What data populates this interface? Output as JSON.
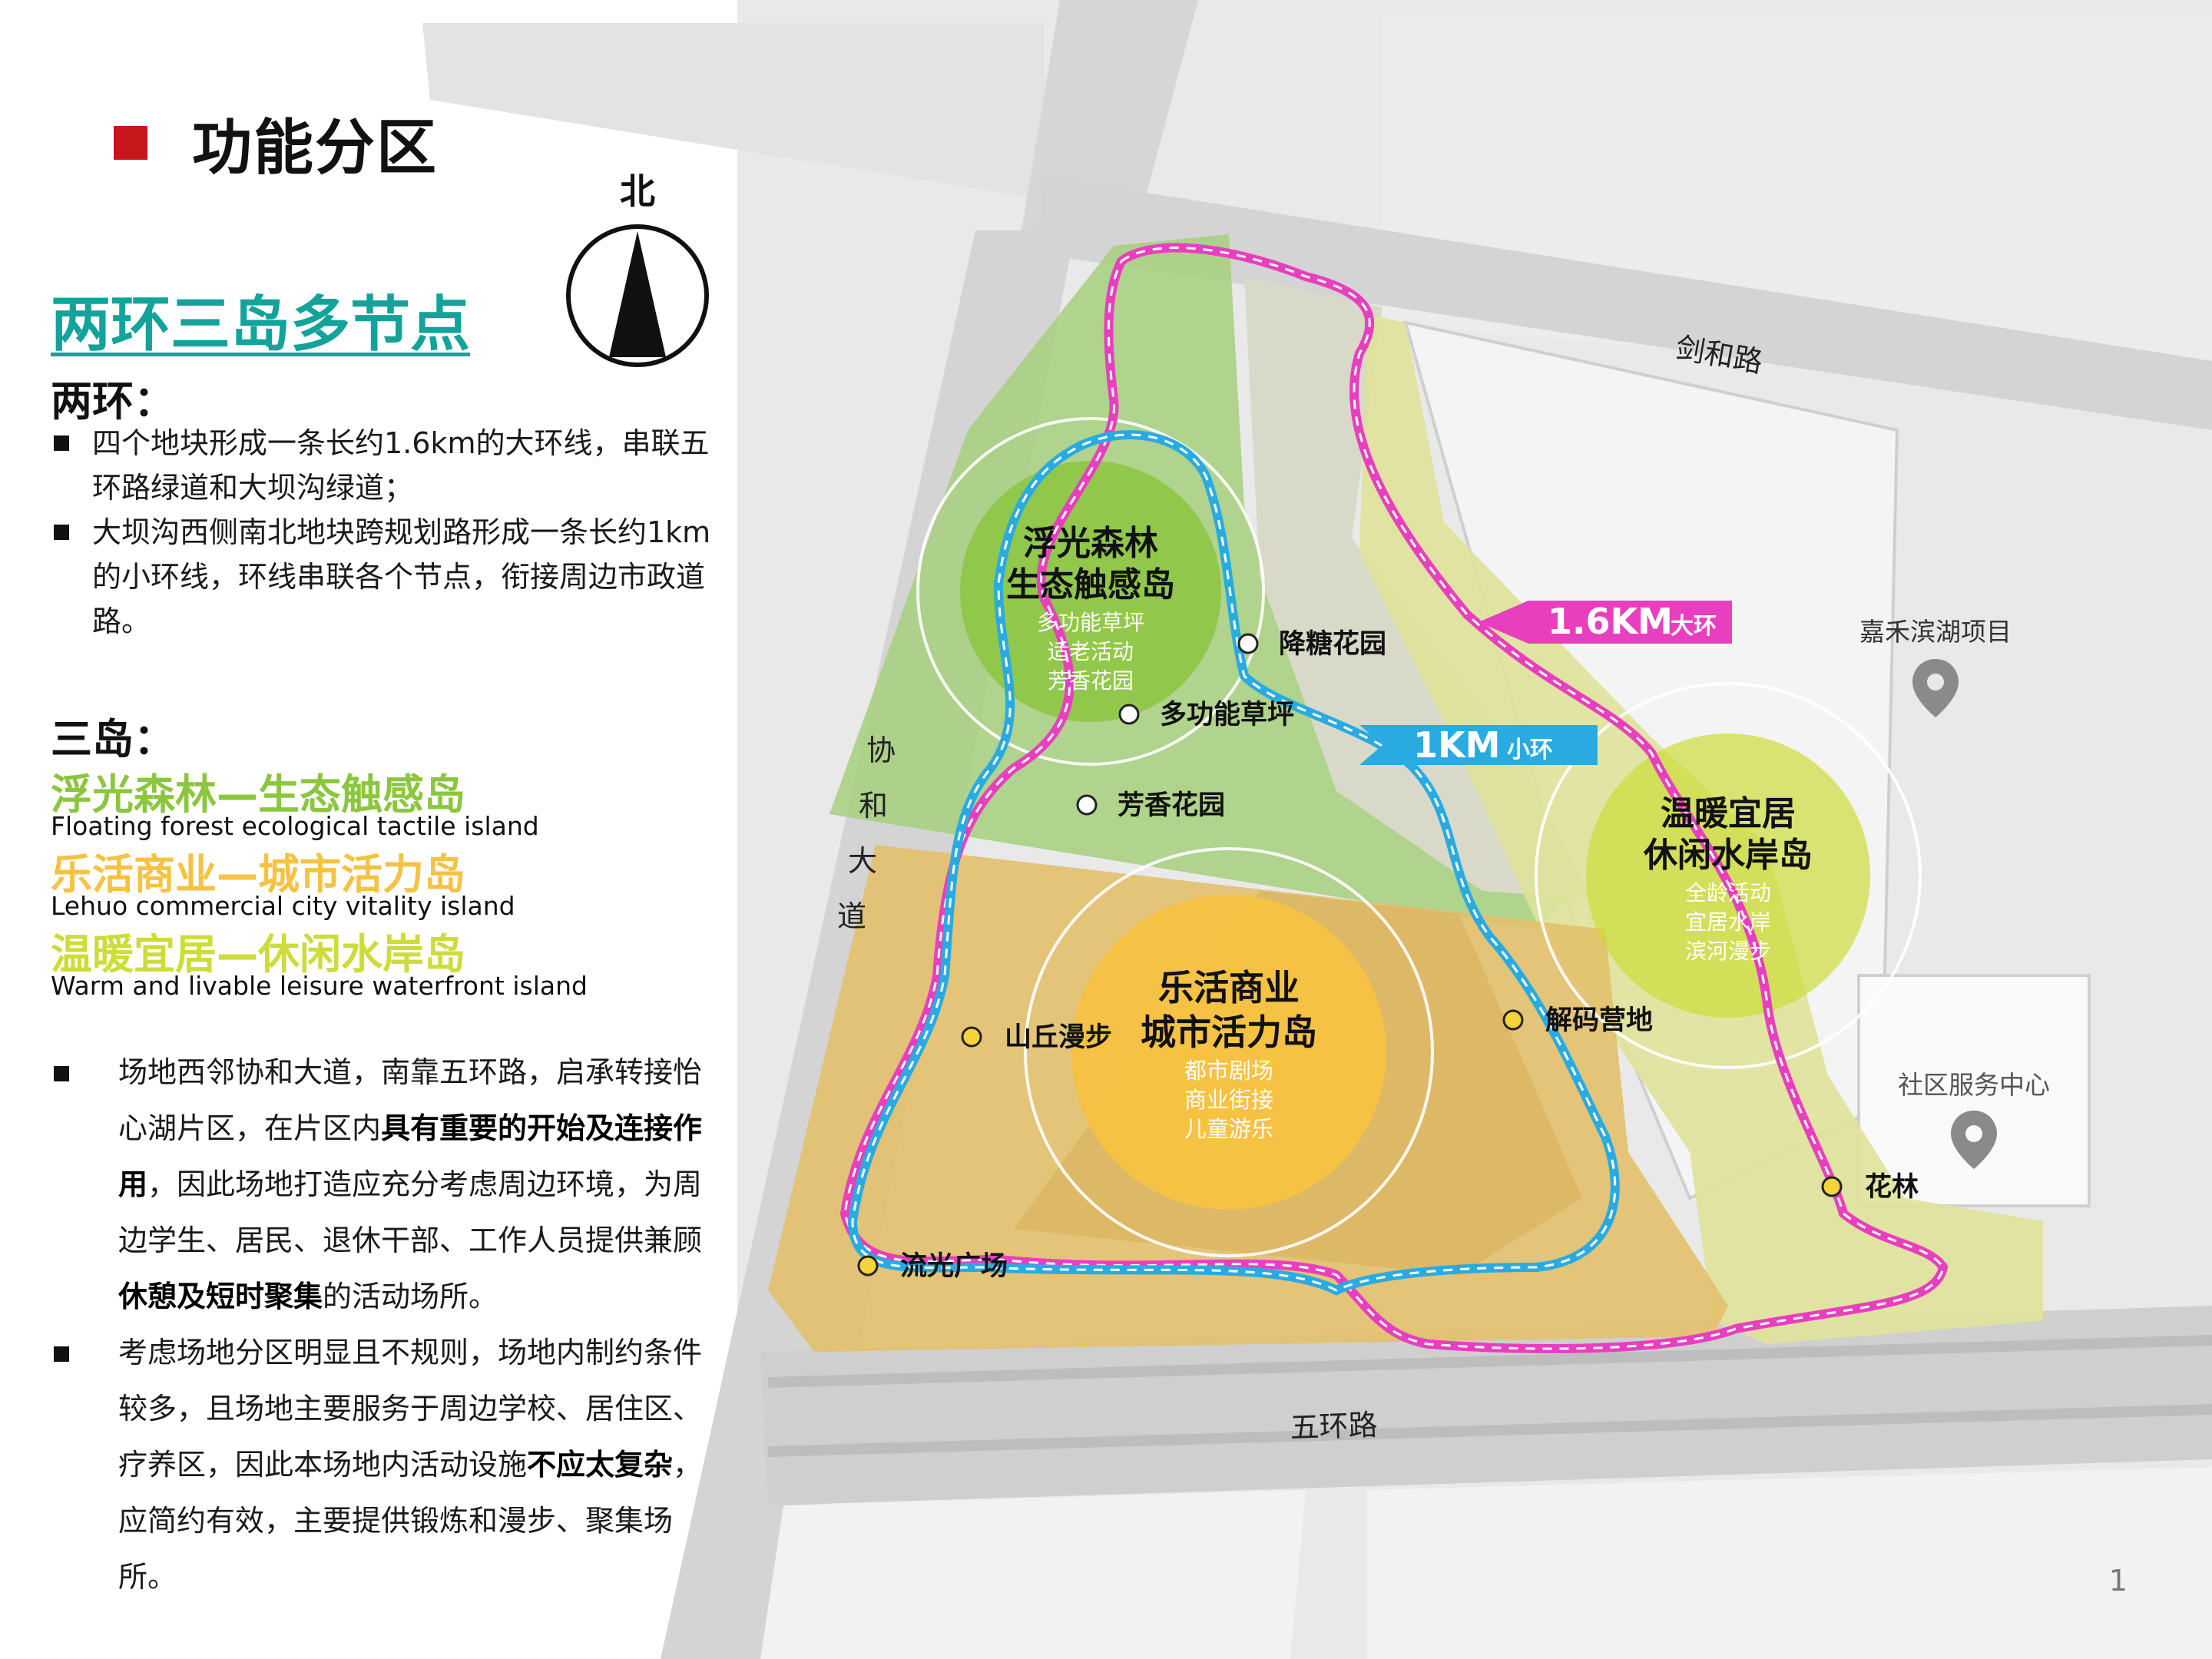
{
  "header": {
    "title": "功能分区"
  },
  "subtitle": "两环三岛多节点",
  "rings": {
    "heading": "两环：",
    "items": [
      "四个地块形成一条长约1.6km的大环线，串联五环路绿道和大坝沟绿道；",
      "大坝沟西侧南北地块跨规划路形成一条长约1km的小环线，环线串联各个节点，衔接周边市政道路。"
    ]
  },
  "islands": {
    "heading": "三岛：",
    "list": [
      {
        "cn": "浮光森林—生态触感岛",
        "en": "Floating forest ecological tactile island",
        "color": "#8cc63f"
      },
      {
        "cn": "乐活商业—城市活力岛",
        "en": "Lehuo commercial city vitality island",
        "color": "#f5c242"
      },
      {
        "cn": "温暖宜居—休闲水岸岛",
        "en": "Warm and livable leisure waterfront island",
        "color": "#cddc39"
      }
    ]
  },
  "paragraphs": {
    "p1": {
      "a": "场地西邻协和大道，南靠五环路，启承转接怡心湖片区，在片区内",
      "b": "具有重要的开始及连接作用",
      "c": "，因此场地打造应充分考虑周边环境，为周边学生、居民、退休干部、工作人员提供兼顾",
      "d": "休憩及短时聚集",
      "e": "的活动场所。"
    },
    "p2": {
      "a": "考虑场地分区明显且不规则，场地内制约条件较多，且场地主要服务于周边学校、居住区、疗养区，因此本场地内活动设施",
      "b": "不应太复杂",
      "c": "，应简约有效，主要提供锻炼和漫步、聚集场所。"
    }
  },
  "compass": {
    "label": "北"
  },
  "roads": {
    "north": "剑和路",
    "south": "五环路",
    "west": [
      "协",
      "和",
      "大",
      "道"
    ]
  },
  "zones": {
    "forest": {
      "line1": "浮光森林",
      "line2": "生态触感岛",
      "activities": [
        "多功能草坪",
        "适老活动",
        "芳香花园"
      ],
      "color": "#8cc63f"
    },
    "commerce": {
      "line1": "乐活商业",
      "line2": "城市活力岛",
      "activities": [
        "都市剧场",
        "商业街接",
        "儿童游乐"
      ],
      "color": "#f5c242"
    },
    "waterfront": {
      "line1": "温暖宜居",
      "line2": "休闲水岸岛",
      "activities": [
        "全龄活动",
        "宜居水岸",
        "滨河漫步"
      ],
      "color": "#cddc39"
    }
  },
  "loops": {
    "big": {
      "main": "1.6KM",
      "suffix": "大环",
      "color": "#e83fbf"
    },
    "small": {
      "main": "1KM",
      "suffix": "小环",
      "color": "#29abe2"
    }
  },
  "nodes": {
    "jiangtang": "降糖花园",
    "caoping": "多功能草坪",
    "fangxiang": "芳香花园",
    "shanqiu": "山丘漫步",
    "jiema": "解码营地",
    "liuguang": "流光广场",
    "hualin": "花林"
  },
  "pois": {
    "jiahe": "嘉禾滨湖项目",
    "shequ": "社区服务中心"
  },
  "page_number": "1"
}
